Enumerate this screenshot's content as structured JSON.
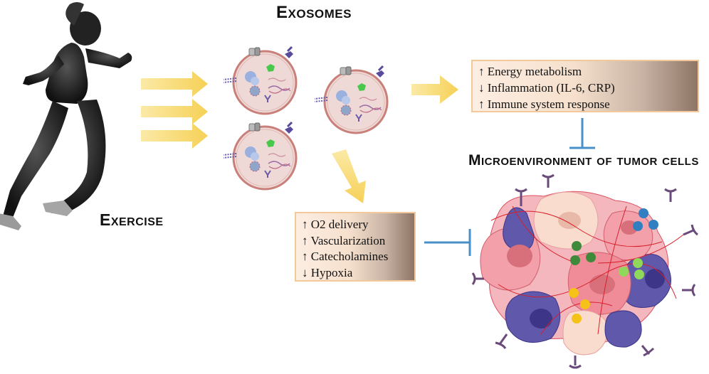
{
  "labels": {
    "exosomes": "Exosomes",
    "exercise": "Exercise",
    "microenvironment": "Microenvironment of tumor cells"
  },
  "systemic_effects": [
    "↑ Energy metabolism",
    "↓ Inflammation (IL-6, CRP)",
    "↑ Immune system response"
  ],
  "local_effects": [
    "↑ O2 delivery",
    "↑ Vascularization",
    "↑ Catecholamines",
    "↓ Hypoxia"
  ],
  "colors": {
    "arrow": "#f7d563",
    "inhibit": "#4a90c8",
    "vesicle_fill": "#eed9d6",
    "vesicle_border": "#c9807a",
    "tumor_pink": "#f2a5ad",
    "tumor_purple": "#5e56a6",
    "tumor_peach": "#f6d3c2"
  },
  "icons": [
    "runner-silhouette",
    "exosome-vesicle",
    "tumor-cell-cluster",
    "inhibition-arrow"
  ]
}
